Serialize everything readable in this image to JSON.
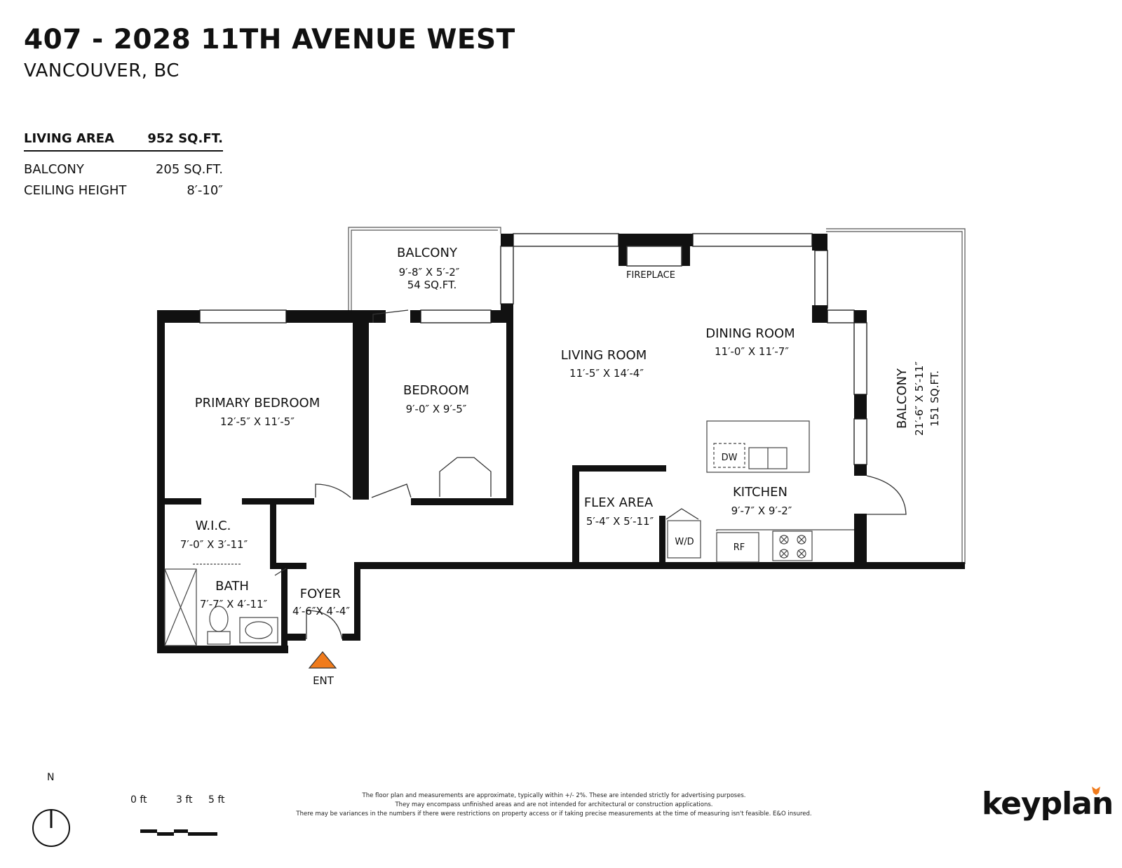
{
  "header": {
    "address": "407 - 2028 11TH AVENUE WEST",
    "city": "VANCOUVER, BC"
  },
  "stats": {
    "living_label": "LIVING AREA",
    "living_value": "952 SQ.FT.",
    "balcony_label": "BALCONY",
    "balcony_value": "205 SQ.FT.",
    "ceiling_label": "CEILING HEIGHT",
    "ceiling_value": "8′-10″"
  },
  "rooms": {
    "balcony_top": {
      "name": "BALCONY",
      "dims": "9′-8″  X  5′-2″",
      "area": "54 SQ.FT."
    },
    "fireplace": "FIREPLACE",
    "living": {
      "name": "LIVING ROOM",
      "dims": "11′-5″  X  14′-4″"
    },
    "dining": {
      "name": "DINING ROOM",
      "dims": "11′-0″  X  11′-7″"
    },
    "balcony_right": {
      "name": "BALCONY",
      "dims": "21′-6″  X  5′-11″",
      "area": "151 SQ.FT."
    },
    "primary": {
      "name": "PRIMARY BEDROOM",
      "dims": "12′-5″  X  11′-5″"
    },
    "bedroom": {
      "name": "BEDROOM",
      "dims": "9′-0″  X  9′-5″"
    },
    "wic": {
      "name": "W.I.C.",
      "dims": "7′-0″  X  3′-11″"
    },
    "bath": {
      "name": "BATH",
      "dims": "7′-7″ X 4′-11″"
    },
    "foyer": {
      "name": "FOYER",
      "dims": "4′-6″X 4′-4″"
    },
    "flex": {
      "name": "FLEX AREA",
      "dims": "5′-4″ X 5′-11″"
    },
    "kitchen": {
      "name": "KITCHEN",
      "dims": "9′-7″  X  9′-2″"
    },
    "dw": "DW",
    "wd": "W/D",
    "rf": "RF",
    "ent": "ENT"
  },
  "scale": {
    "zero": "0 ft",
    "three": "3 ft",
    "five": "5 ft"
  },
  "compass": {
    "north": "N"
  },
  "disclaimer": {
    "line1": "The floor plan and measurements are approximate, typically within +/- 2%. These are intended strictly for advertising purposes.",
    "line2": "They may encompass unfinished areas and are not intended for architectural or construction applications.",
    "line3": "There may be variances in the numbers if there were restrictions on property access or if taking precise measurements at the time of measuring isn't feasible. E&O insured."
  },
  "brand": {
    "logo": "keyplan",
    "accent": "#f07b1c"
  },
  "colors": {
    "wall": "#111111",
    "entry_marker": "#f07b1c"
  }
}
